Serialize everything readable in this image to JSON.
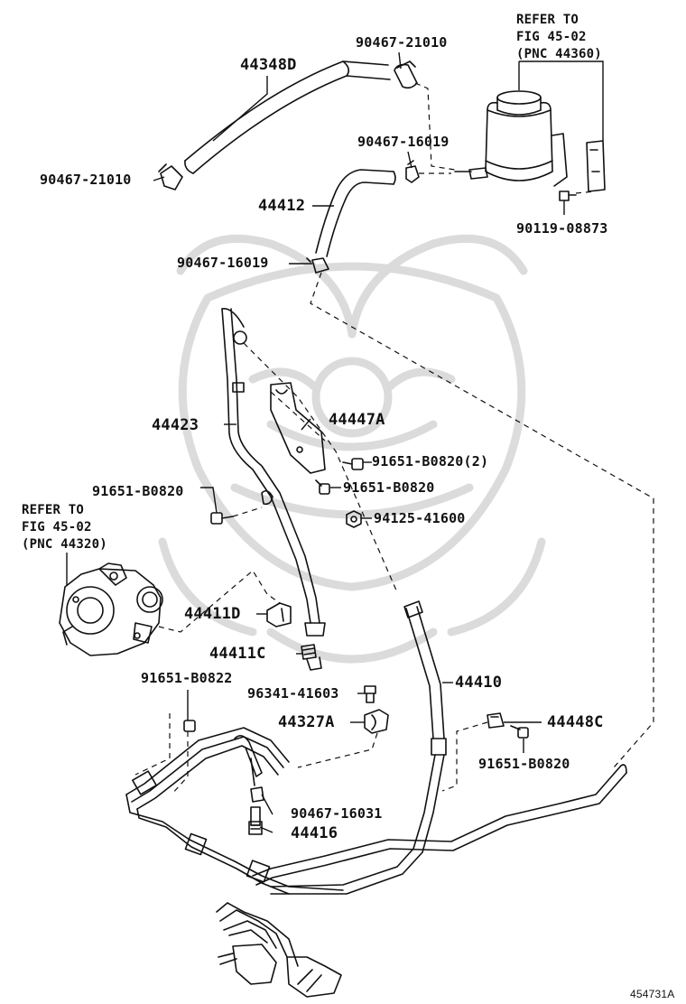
{
  "figure_id": "454731A",
  "refs": {
    "reservoir": {
      "line1": "REFER TO",
      "line2": "FIG 45-02",
      "line3": "(PNC 44360)"
    },
    "pump": {
      "line1": "REFER TO",
      "line2": "FIG 45-02",
      "line3": "(PNC 44320)"
    }
  },
  "labels": {
    "hose_44348D": "44348D",
    "clamp_90467_21010_top": "90467-21010",
    "clamp_90467_21010_left": "90467-21010",
    "clamp_90467_16019_top": "90467-16019",
    "hose_44412": "44412",
    "clamp_90467_16019_left": "90467-16019",
    "bolt_90119_08873": "90119-08873",
    "tube_44423": "44423",
    "bracket_44447A": "44447A",
    "bolt_91651_B0820_2": "91651-B0820(2)",
    "bolt_91651_B0820_mid": "91651-B0820",
    "bolt_91651_B0820_left": "91651-B0820",
    "nut_94125_41600": "94125-41600",
    "clamp_44411D": "44411D",
    "union_44411C": "44411C",
    "hose_44410": "44410",
    "bolt_91651_B0822": "91651-B0822",
    "bolt_96341_41603": "96341-41603",
    "clamp_44327A": "44327A",
    "clamp_44448C": "44448C",
    "bolt_91651_B0820_right": "91651-B0820",
    "clamp_90467_16031": "90467-16031",
    "union_44416": "44416"
  },
  "icons": [
    "hose-icon",
    "hose-clamp-icon",
    "reservoir-icon",
    "bracket-icon",
    "bolt-icon",
    "nut-icon",
    "pump-icon",
    "pressure-tube-icon",
    "return-tube-icon",
    "steering-gear-icon",
    "watermark-emblem"
  ]
}
